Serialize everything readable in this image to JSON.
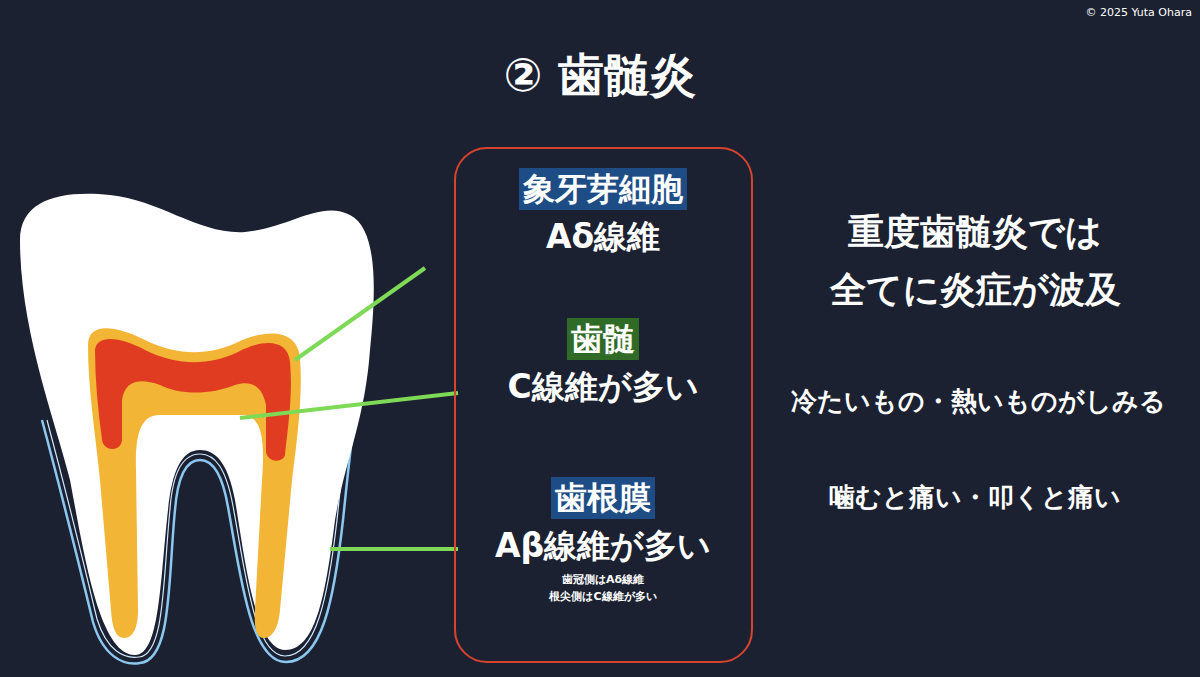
{
  "diagram": {
    "title": "② 歯髄炎",
    "nodes": [
      {
        "text": [
          "象牙芽細胞",
          "Aδ線維"
        ]
      },
      {
        "text": [
          "歯髄",
          "C線維が多い"
        ]
      },
      {
        "text": [
          "歯根膜",
          "Aβ線維が多い",
          "歯冠側はAδ線維 根尖側はC線維が多い"
        ]
      }
    ],
    "labels": [
      "© 2025 Yuta Ohara",
      "重度歯髄炎では 全てに炎症が波及",
      "冷たいもの・熱いものがしみる",
      "噛むと痛い・叩くと痛い"
    ]
  }
}
